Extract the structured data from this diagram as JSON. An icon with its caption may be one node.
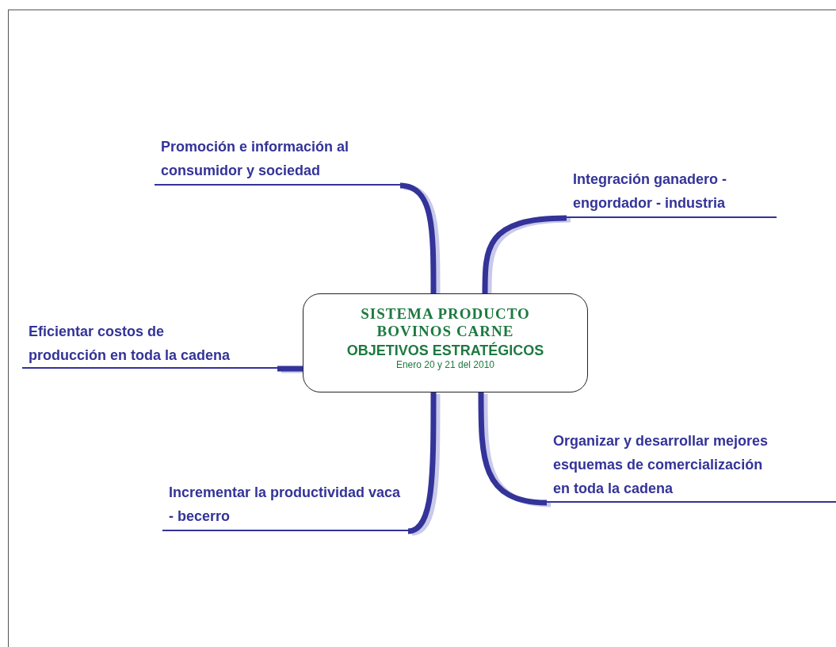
{
  "diagram": {
    "nodes": [
      {
        "text": [
          "SISTEMA  PRODUCTO BOVINOS CARNE",
          "OBJETIVOS ESTRATÉGICOS",
          "Enero 20 y 21 del 2010"
        ]
      },
      {
        "text": [
          "Promoción e información al consumidor y sociedad"
        ]
      },
      {
        "text": [
          "Integración ganadero - engordador - industria"
        ]
      },
      {
        "text": [
          "Eficientar costos de producción en toda la cadena"
        ]
      },
      {
        "text": [
          "Organizar y desarrollar mejores esquemas de comercialización en toda la cadena"
        ]
      },
      {
        "text": [
          "Incrementar la productividad vaca - becerro"
        ]
      }
    ],
    "edges": [
      {
        "from": 0,
        "to": 1,
        "arrow": "none"
      },
      {
        "from": 0,
        "to": 2,
        "arrow": "none"
      },
      {
        "from": 0,
        "to": 3,
        "arrow": "none"
      },
      {
        "from": 0,
        "to": 4,
        "arrow": "none"
      },
      {
        "from": 0,
        "to": 5,
        "arrow": "none"
      }
    ]
  }
}
